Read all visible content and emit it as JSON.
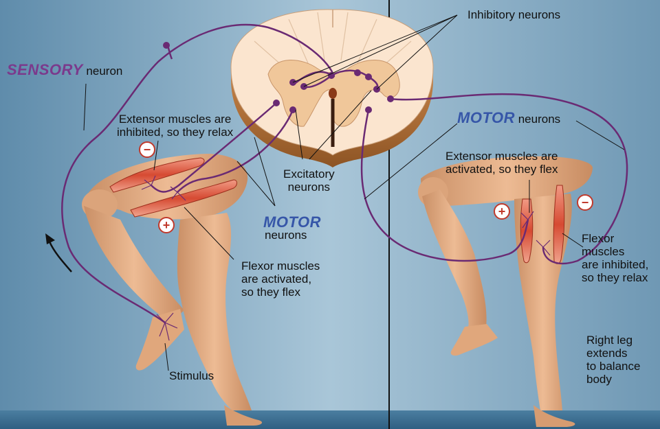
{
  "colors": {
    "background": "#7fa5be",
    "floor": "#3d6f92",
    "neuron": "#6a2a73",
    "sensory_title": "#7b3a8c",
    "motor_title": "#3656a8",
    "skin": "#e2ab82",
    "muscle": "#d9553c",
    "cord_gray": "#f1cc9e",
    "cord_white": "#fbe7d3"
  },
  "labels": {
    "sensory_word": "SENSORY",
    "sensory_suffix": "neuron",
    "inhibitory": "Inhibitory neurons",
    "extensor_inhibited_line1": "Extensor muscles are",
    "extensor_inhibited_line2": "inhibited, so they relax",
    "excitatory_line1": "Excitatory",
    "excitatory_line2": "neurons",
    "motor_left_word": "MOTOR",
    "motor_left_suffix": "neurons",
    "flexor_activated_line1": "Flexor muscles",
    "flexor_activated_line2": "are activated,",
    "flexor_activated_line3": "so they flex",
    "stimulus": "Stimulus",
    "motor_right_word": "MOTOR",
    "motor_right_suffix": "neurons",
    "extensor_activated_line1": "Extensor muscles are",
    "extensor_activated_line2": "activated, so they flex",
    "flexor_inhibited_line1": "Flexor",
    "flexor_inhibited_line2": "muscles",
    "flexor_inhibited_line3": "are inhibited,",
    "flexor_inhibited_line4": "so they relax",
    "right_leg_line1": "Right leg",
    "right_leg_line2": "extends",
    "right_leg_line3": "to balance",
    "right_leg_line4": "body"
  },
  "signs": {
    "minus": "−",
    "plus": "+"
  }
}
